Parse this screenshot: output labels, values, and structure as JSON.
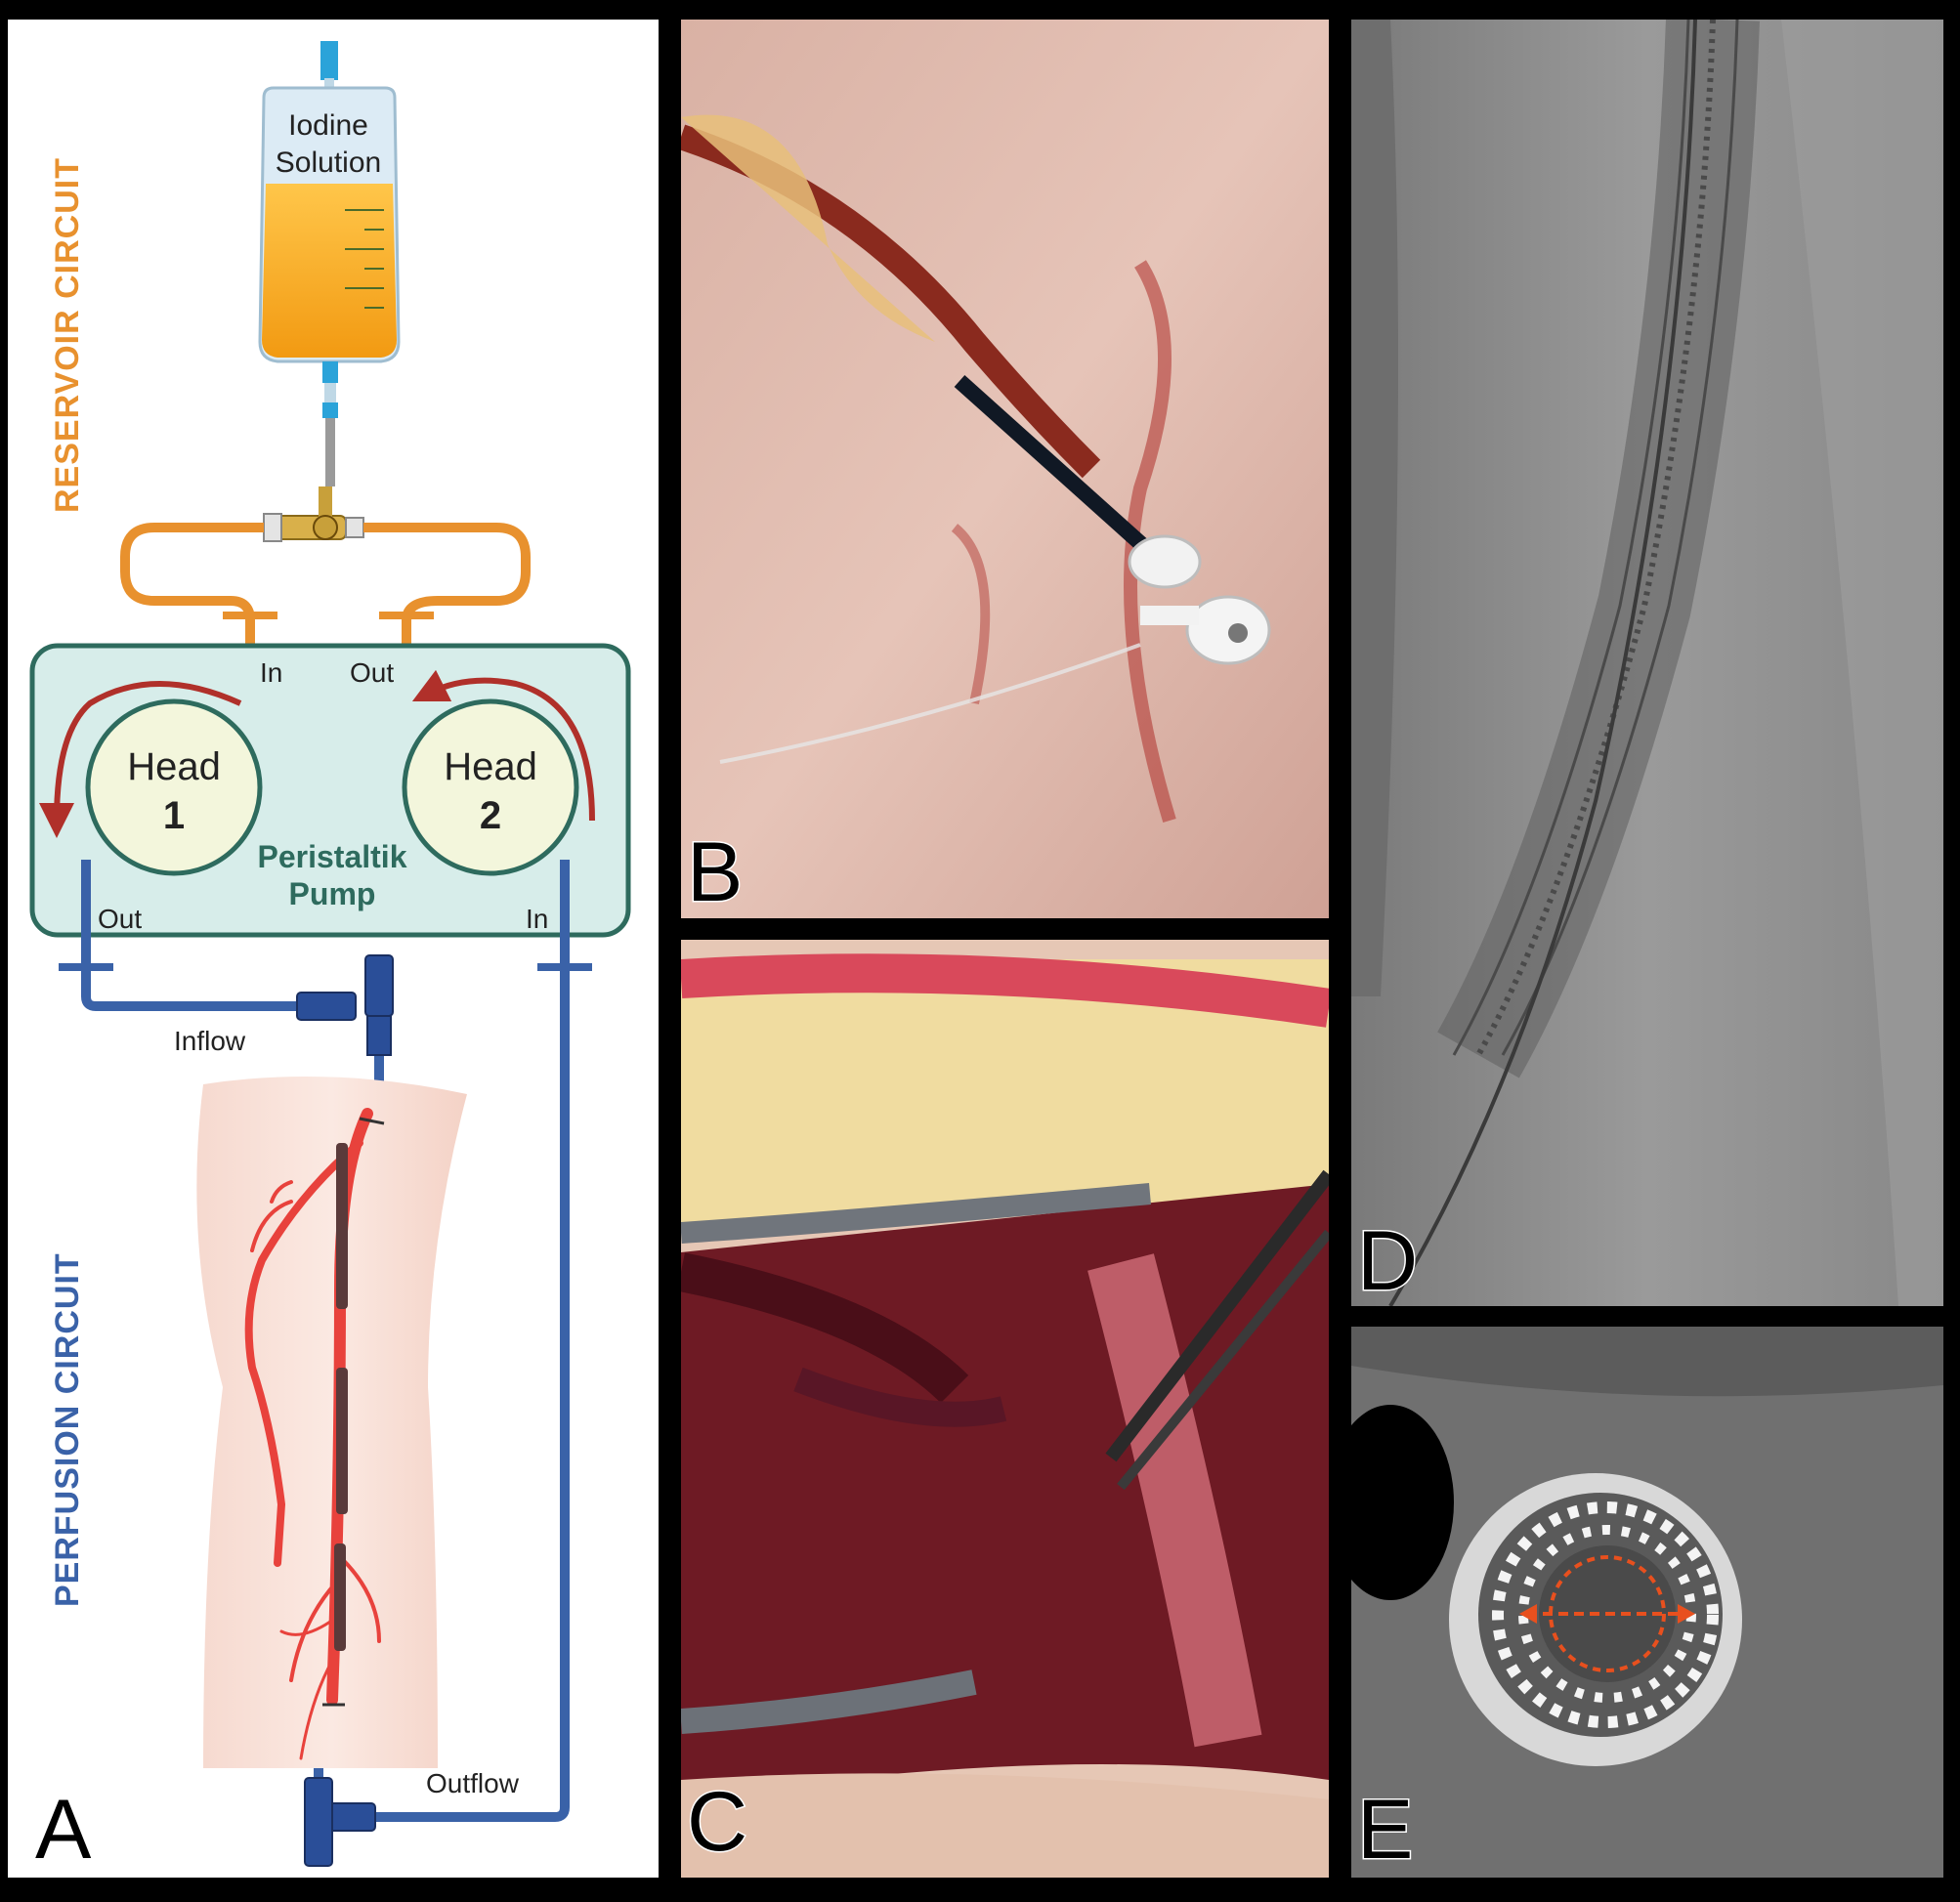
{
  "panels": {
    "A": {
      "label": "A",
      "reservoir_title": "RESERVOIR CIRCUIT",
      "perfusion_title": "PERFUSION CIRCUIT",
      "bag_label_line1": "Iodine",
      "bag_label_line2": "Solution",
      "pump_label_line1": "Peristaltik",
      "pump_label_line2": "Pump",
      "head1_line1": "Head",
      "head1_line2": "1",
      "head2_line1": "Head",
      "head2_line2": "2",
      "head1_in": "In",
      "head2_out_top": "Out",
      "head1_out": "Out",
      "head2_in": "In",
      "inflow": "Inflow",
      "outflow": "Outflow",
      "colors": {
        "reservoir": "#E8912E",
        "perfusion": "#3A62A8",
        "pump_fill": "#D7EDEA",
        "pump_border": "#2E6B5E",
        "head_fill": "#F3F6DC",
        "artery": "#E8423C",
        "arrow": "#B0302A"
      }
    },
    "B": {
      "label": "B"
    },
    "C": {
      "label": "C"
    },
    "D": {
      "label": "D"
    },
    "E": {
      "label": "E"
    }
  }
}
